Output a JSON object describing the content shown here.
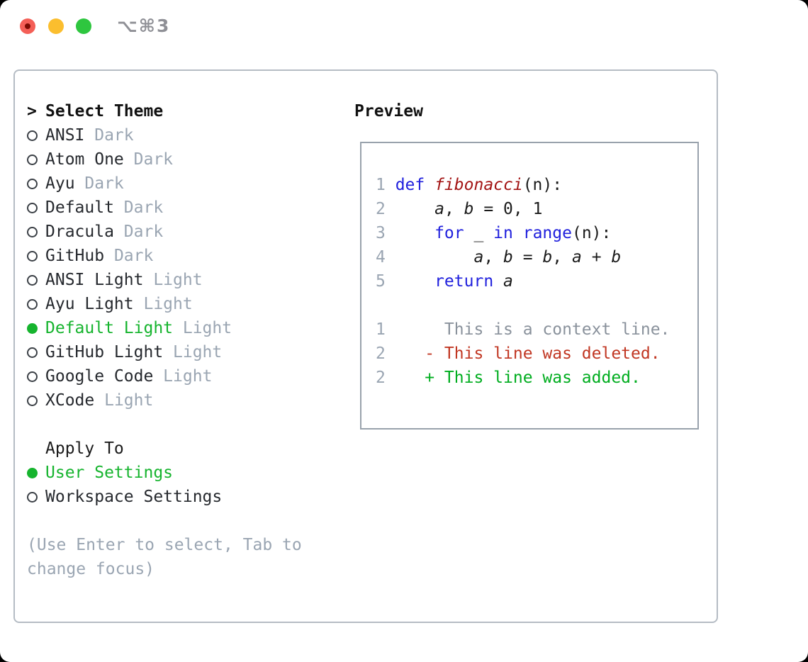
{
  "titlebar": {
    "shortcut_label": "⌥⌘3"
  },
  "theme_picker": {
    "prompt": ">",
    "heading": "Select Theme",
    "themes": [
      {
        "name": "ANSI",
        "variant": "Dark",
        "selected": false
      },
      {
        "name": "Atom One",
        "variant": "Dark",
        "selected": false
      },
      {
        "name": "Ayu",
        "variant": "Dark",
        "selected": false
      },
      {
        "name": "Default",
        "variant": "Dark",
        "selected": false
      },
      {
        "name": "Dracula",
        "variant": "Dark",
        "selected": false
      },
      {
        "name": "GitHub",
        "variant": "Dark",
        "selected": false
      },
      {
        "name": "ANSI Light",
        "variant": "Light",
        "selected": false
      },
      {
        "name": "Ayu Light",
        "variant": "Light",
        "selected": false
      },
      {
        "name": "Default Light",
        "variant": "Light",
        "selected": true
      },
      {
        "name": "GitHub Light",
        "variant": "Light",
        "selected": false
      },
      {
        "name": "Google Code",
        "variant": "Light",
        "selected": false
      },
      {
        "name": "XCode",
        "variant": "Light",
        "selected": false
      }
    ],
    "apply_to": {
      "heading": "Apply To",
      "options": [
        {
          "name": "User Settings",
          "selected": true
        },
        {
          "name": "Workspace Settings",
          "selected": false
        }
      ]
    },
    "hint_lines": [
      "(Use Enter to select, Tab to",
      "change focus)"
    ]
  },
  "preview": {
    "heading": "Preview",
    "lines": [
      {
        "num": "1",
        "segments": [
          {
            "t": "def ",
            "c": "kw"
          },
          {
            "t": "fibonacci",
            "c": "fn"
          },
          {
            "t": "(n):",
            "c": "pl"
          }
        ]
      },
      {
        "num": "2",
        "segments": [
          {
            "t": "    ",
            "c": "pl"
          },
          {
            "t": "a",
            "c": "var"
          },
          {
            "t": ", ",
            "c": "pl"
          },
          {
            "t": "b",
            "c": "var"
          },
          {
            "t": " = 0, 1",
            "c": "pl"
          }
        ]
      },
      {
        "num": "3",
        "segments": [
          {
            "t": "    ",
            "c": "pl"
          },
          {
            "t": "for",
            "c": "kw"
          },
          {
            "t": " _ ",
            "c": "pl"
          },
          {
            "t": "in",
            "c": "kw"
          },
          {
            "t": " ",
            "c": "pl"
          },
          {
            "t": "range",
            "c": "kw"
          },
          {
            "t": "(n):",
            "c": "pl"
          }
        ]
      },
      {
        "num": "4",
        "segments": [
          {
            "t": "        ",
            "c": "pl"
          },
          {
            "t": "a",
            "c": "var"
          },
          {
            "t": ", ",
            "c": "pl"
          },
          {
            "t": "b",
            "c": "var"
          },
          {
            "t": " = ",
            "c": "pl"
          },
          {
            "t": "b",
            "c": "var"
          },
          {
            "t": ", ",
            "c": "pl"
          },
          {
            "t": "a",
            "c": "var"
          },
          {
            "t": " + ",
            "c": "pl"
          },
          {
            "t": "b",
            "c": "var"
          }
        ]
      },
      {
        "num": "5",
        "segments": [
          {
            "t": "    ",
            "c": "pl"
          },
          {
            "t": "return",
            "c": "kw"
          },
          {
            "t": " ",
            "c": "pl"
          },
          {
            "t": "a",
            "c": "var"
          }
        ]
      },
      {
        "num": "",
        "segments": []
      },
      {
        "num": "1",
        "segments": [
          {
            "t": "     This is a context line.",
            "c": "ctx"
          }
        ]
      },
      {
        "num": "2",
        "segments": [
          {
            "t": "   - This line was deleted.",
            "c": "del"
          }
        ]
      },
      {
        "num": "2",
        "segments": [
          {
            "t": "   + This line was added.",
            "c": "add"
          }
        ]
      }
    ]
  },
  "colors": {
    "selection_green": "#16b42e",
    "keyword_blue": "#2121dd",
    "function_red": "#a31515",
    "diff_deleted_red": "#c13723",
    "diff_added_green": "#00ad1f",
    "muted_gray": "#9aa5b2",
    "border_gray": "#b5bcc4",
    "preview_border_gray": "#99a2ac",
    "traffic_red": "#f45f57",
    "traffic_yellow": "#fbbe2e",
    "traffic_green": "#2ec63f"
  }
}
